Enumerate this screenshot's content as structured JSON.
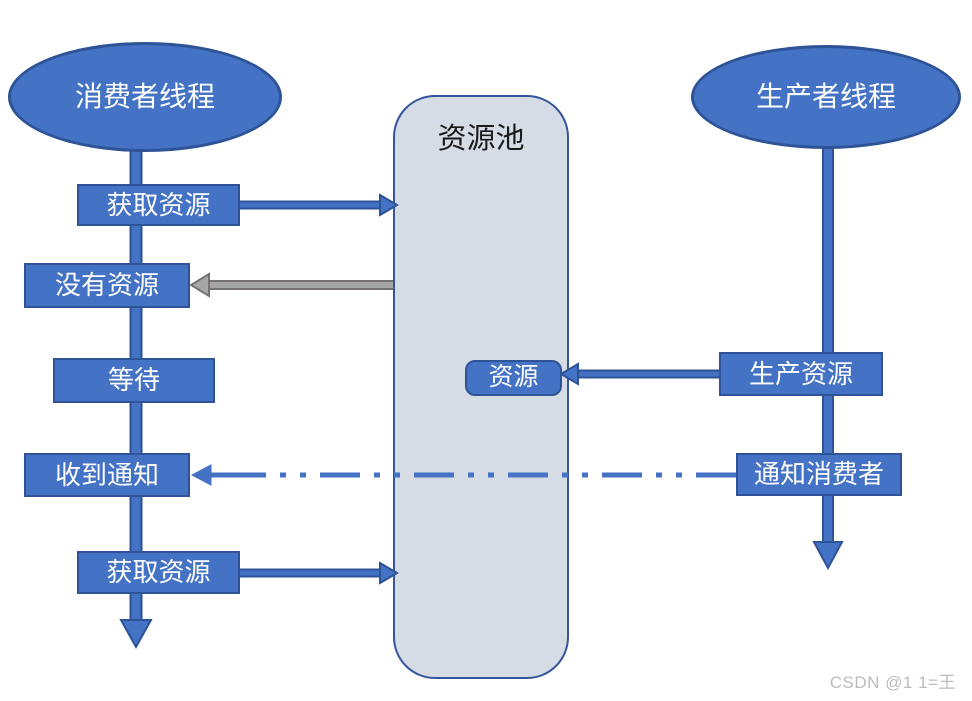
{
  "diagram": {
    "title_implicit": "producer-consumer-thread-resource-pool",
    "consumer": {
      "label": "消费者线程"
    },
    "producer": {
      "label": "生产者线程"
    },
    "pool": {
      "title": "资源池",
      "resource_label": "资源"
    },
    "consumer_steps": [
      "获取资源",
      "没有资源",
      "等待",
      "收到通知",
      "获取资源"
    ],
    "producer_steps": [
      "生产资源",
      "通知消费者"
    ],
    "arrows": [
      {
        "from": "获取资源",
        "to": "资源池",
        "style": "solid-blue"
      },
      {
        "from": "资源池",
        "to": "没有资源",
        "style": "solid-gray"
      },
      {
        "from": "生产资源",
        "to": "资源",
        "style": "solid-blue"
      },
      {
        "from": "通知消费者",
        "to": "收到通知",
        "style": "dash-dot-blue"
      },
      {
        "from": "获取资源",
        "to": "资源池",
        "style": "solid-blue"
      }
    ],
    "watermark": "CSDN @1 1=王",
    "colors": {
      "shape_fill": "#4472C4",
      "shape_border": "#2E5396",
      "pool_fill": "#D6DCE5",
      "pool_border": "#34549C",
      "gray_arrow_fill": "#A6A6A6",
      "gray_arrow_border": "#767171",
      "text_on_shape": "#FFFFFF",
      "pool_title_text": "#1A1A1A",
      "watermark_text": "#BCBCBC",
      "background": "#FFFFFF"
    }
  }
}
